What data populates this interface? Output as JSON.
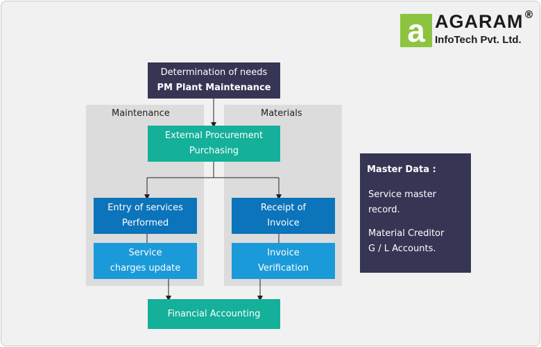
{
  "logo": {
    "brand": "AGARAM",
    "registered": "®",
    "tagline": "InfoTech Pvt. Ltd.",
    "mark_letter": "a",
    "color_green": "#8cc43f"
  },
  "panels": {
    "left_title": "Maintenance",
    "right_title": "Materials"
  },
  "boxes": {
    "determination": {
      "line1": "Determination of needs",
      "line2": "PM Plant Maintenance"
    },
    "procurement": {
      "line1": "External Procurement",
      "line2": "Purchasing"
    },
    "entry_services": {
      "line1": "Entry of services",
      "line2": "Performed"
    },
    "service_charges": {
      "line1": "Service",
      "line2": "charges update"
    },
    "receipt_invoice": {
      "line1": "Receipt of",
      "line2": "Invoice"
    },
    "invoice_verification": {
      "line1": "Invoice",
      "line2": "Verification"
    },
    "financial": {
      "line1": "Financial Accounting"
    }
  },
  "master_data": {
    "title": "Master Data :",
    "item1_line1": "Service master",
    "item1_line2": "record.",
    "item2_line1": "Material Creditor",
    "item2_line2": "G / L Accounts."
  },
  "colors": {
    "dark": "#363554",
    "teal": "#14b099",
    "blue": "#0b74ba",
    "light_blue": "#1a9ad8",
    "panel": "#dcdcdc"
  }
}
